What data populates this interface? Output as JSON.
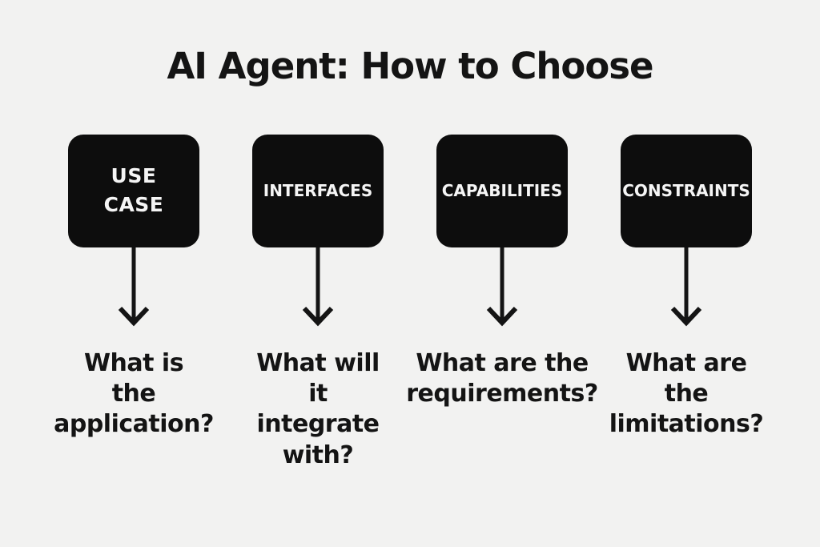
{
  "page": {
    "title": "AI Agent: How to Choose",
    "background_color": "#f2f2f1"
  },
  "colors": {
    "page_bg": "#f2f2f1",
    "box_bg": "#0d0d0d",
    "box_text": "#f5f5f5",
    "ink": "#141414"
  },
  "columns": [
    {
      "id": "use-case",
      "box_label_lines": [
        "USE",
        "CASE"
      ],
      "question_lines": [
        "What is",
        "the",
        "application?"
      ]
    },
    {
      "id": "interfaces",
      "box_label_lines": [
        "INTERFACES"
      ],
      "question_lines": [
        "What will it",
        "integrate",
        "with?"
      ]
    },
    {
      "id": "capabilities",
      "box_label_lines": [
        "CAPABILITIES"
      ],
      "question_lines": [
        "What are the",
        "requirements?"
      ]
    },
    {
      "id": "constraints",
      "box_label_lines": [
        "CONSTRAINTS"
      ],
      "question_lines": [
        "What are",
        "the",
        "limitations?"
      ]
    }
  ]
}
